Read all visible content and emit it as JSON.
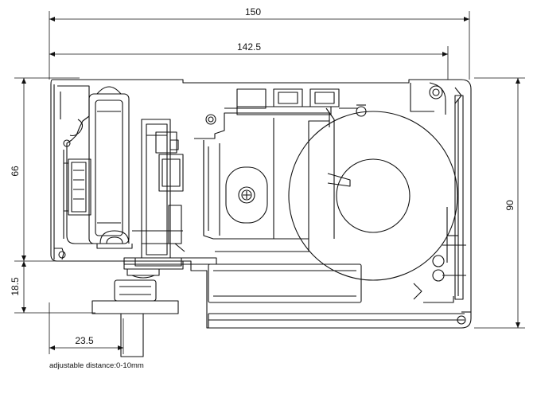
{
  "dimensions": {
    "overall_width": "150",
    "inner_width": "142.5",
    "body_height": "66",
    "total_height": "90",
    "shaft_offset": "18.5",
    "shaft_distance": "23.5"
  },
  "note": "adjustable distance:0-10mm"
}
